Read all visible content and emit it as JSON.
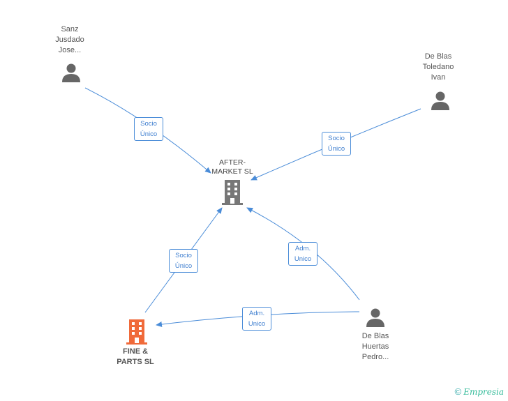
{
  "colors": {
    "edge": "#4a8cd8",
    "person_icon": "#666666",
    "company_icon": "#777777",
    "focus_company_icon": "#f06a3a"
  },
  "nodes": {
    "sanz": {
      "label_lines": [
        "Sanz",
        "Jusdado",
        "Jose..."
      ],
      "icon": "person-icon"
    },
    "toledano": {
      "label_lines": [
        "De Blas",
        "Toledano",
        "Ivan"
      ],
      "icon": "person-icon"
    },
    "aftermarket": {
      "label_lines": [
        "AFTER-",
        "MARKET SL"
      ],
      "icon": "building-icon"
    },
    "fineparts": {
      "label_lines": [
        "FINE &",
        "PARTS SL"
      ],
      "icon": "building-icon"
    },
    "huertas": {
      "label_lines": [
        "De Blas",
        "Huertas",
        "Pedro..."
      ],
      "icon": "person-icon"
    }
  },
  "edges": [
    {
      "from": "sanz",
      "to": "aftermarket",
      "label_lines": [
        "Socio",
        "Único"
      ]
    },
    {
      "from": "toledano",
      "to": "aftermarket",
      "label_lines": [
        "Socio",
        "Único"
      ]
    },
    {
      "from": "fineparts",
      "to": "aftermarket",
      "label_lines": [
        "Socio",
        "Único"
      ]
    },
    {
      "from": "huertas",
      "to": "aftermarket",
      "label_lines": [
        "Adm.",
        "Unico"
      ]
    },
    {
      "from": "huertas",
      "to": "fineparts",
      "label_lines": [
        "Adm.",
        "Unico"
      ]
    }
  ],
  "brand": {
    "copyright_symbol": "©",
    "name": "Empresia"
  }
}
